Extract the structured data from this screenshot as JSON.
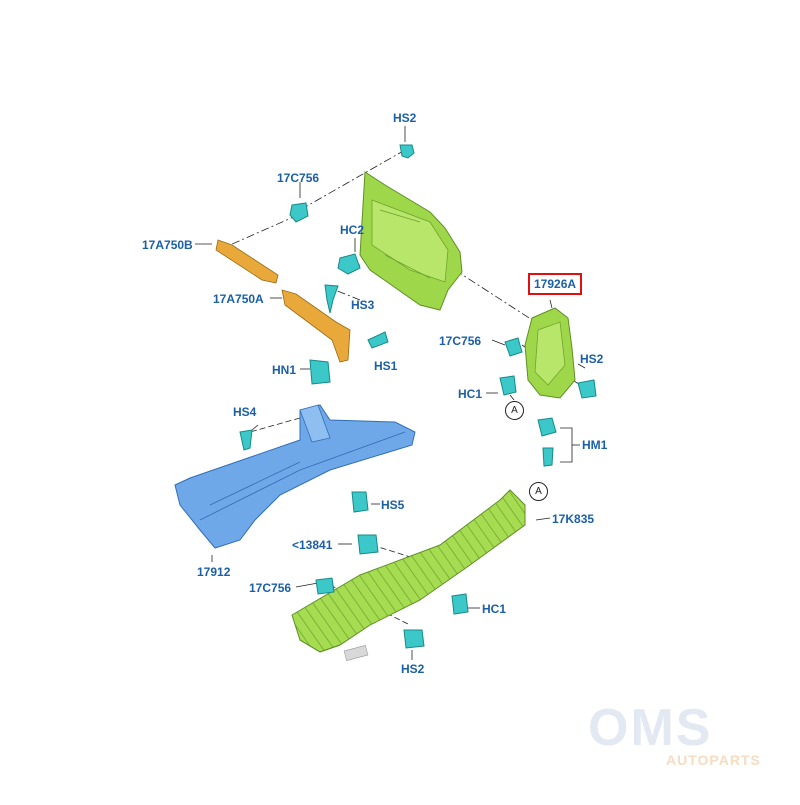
{
  "labels": {
    "hs2_top": "HS2",
    "c756_top": "17C756",
    "b750": "17A750B",
    "hc2": "HC2",
    "a750": "17A750A",
    "hs3": "HS3",
    "hn1": "HN1",
    "hs1": "HS1",
    "p17926a": "17926A",
    "c756_mid": "17C756",
    "hs2_mid": "HS2",
    "hc1_mid": "HC1",
    "hm1": "HM1",
    "hs4": "HS4",
    "hs5": "HS5",
    "k835": "17K835",
    "p13841": "<13841",
    "p17912": "17912",
    "c756_bot": "17C756",
    "hc1_bot": "HC1",
    "hs2_bot": "HS2"
  },
  "callouts": {
    "a1": "A",
    "a2": "A"
  },
  "logo": {
    "text": "OMS",
    "sub": "AUTOPARTS"
  },
  "colors": {
    "label": "#1a5fa8",
    "highlight": "#e01010",
    "green_part": "#9ed84a",
    "blue_part": "#6fa8e8",
    "orange_part": "#e8a83a",
    "fastener": "#3cc8c8"
  }
}
